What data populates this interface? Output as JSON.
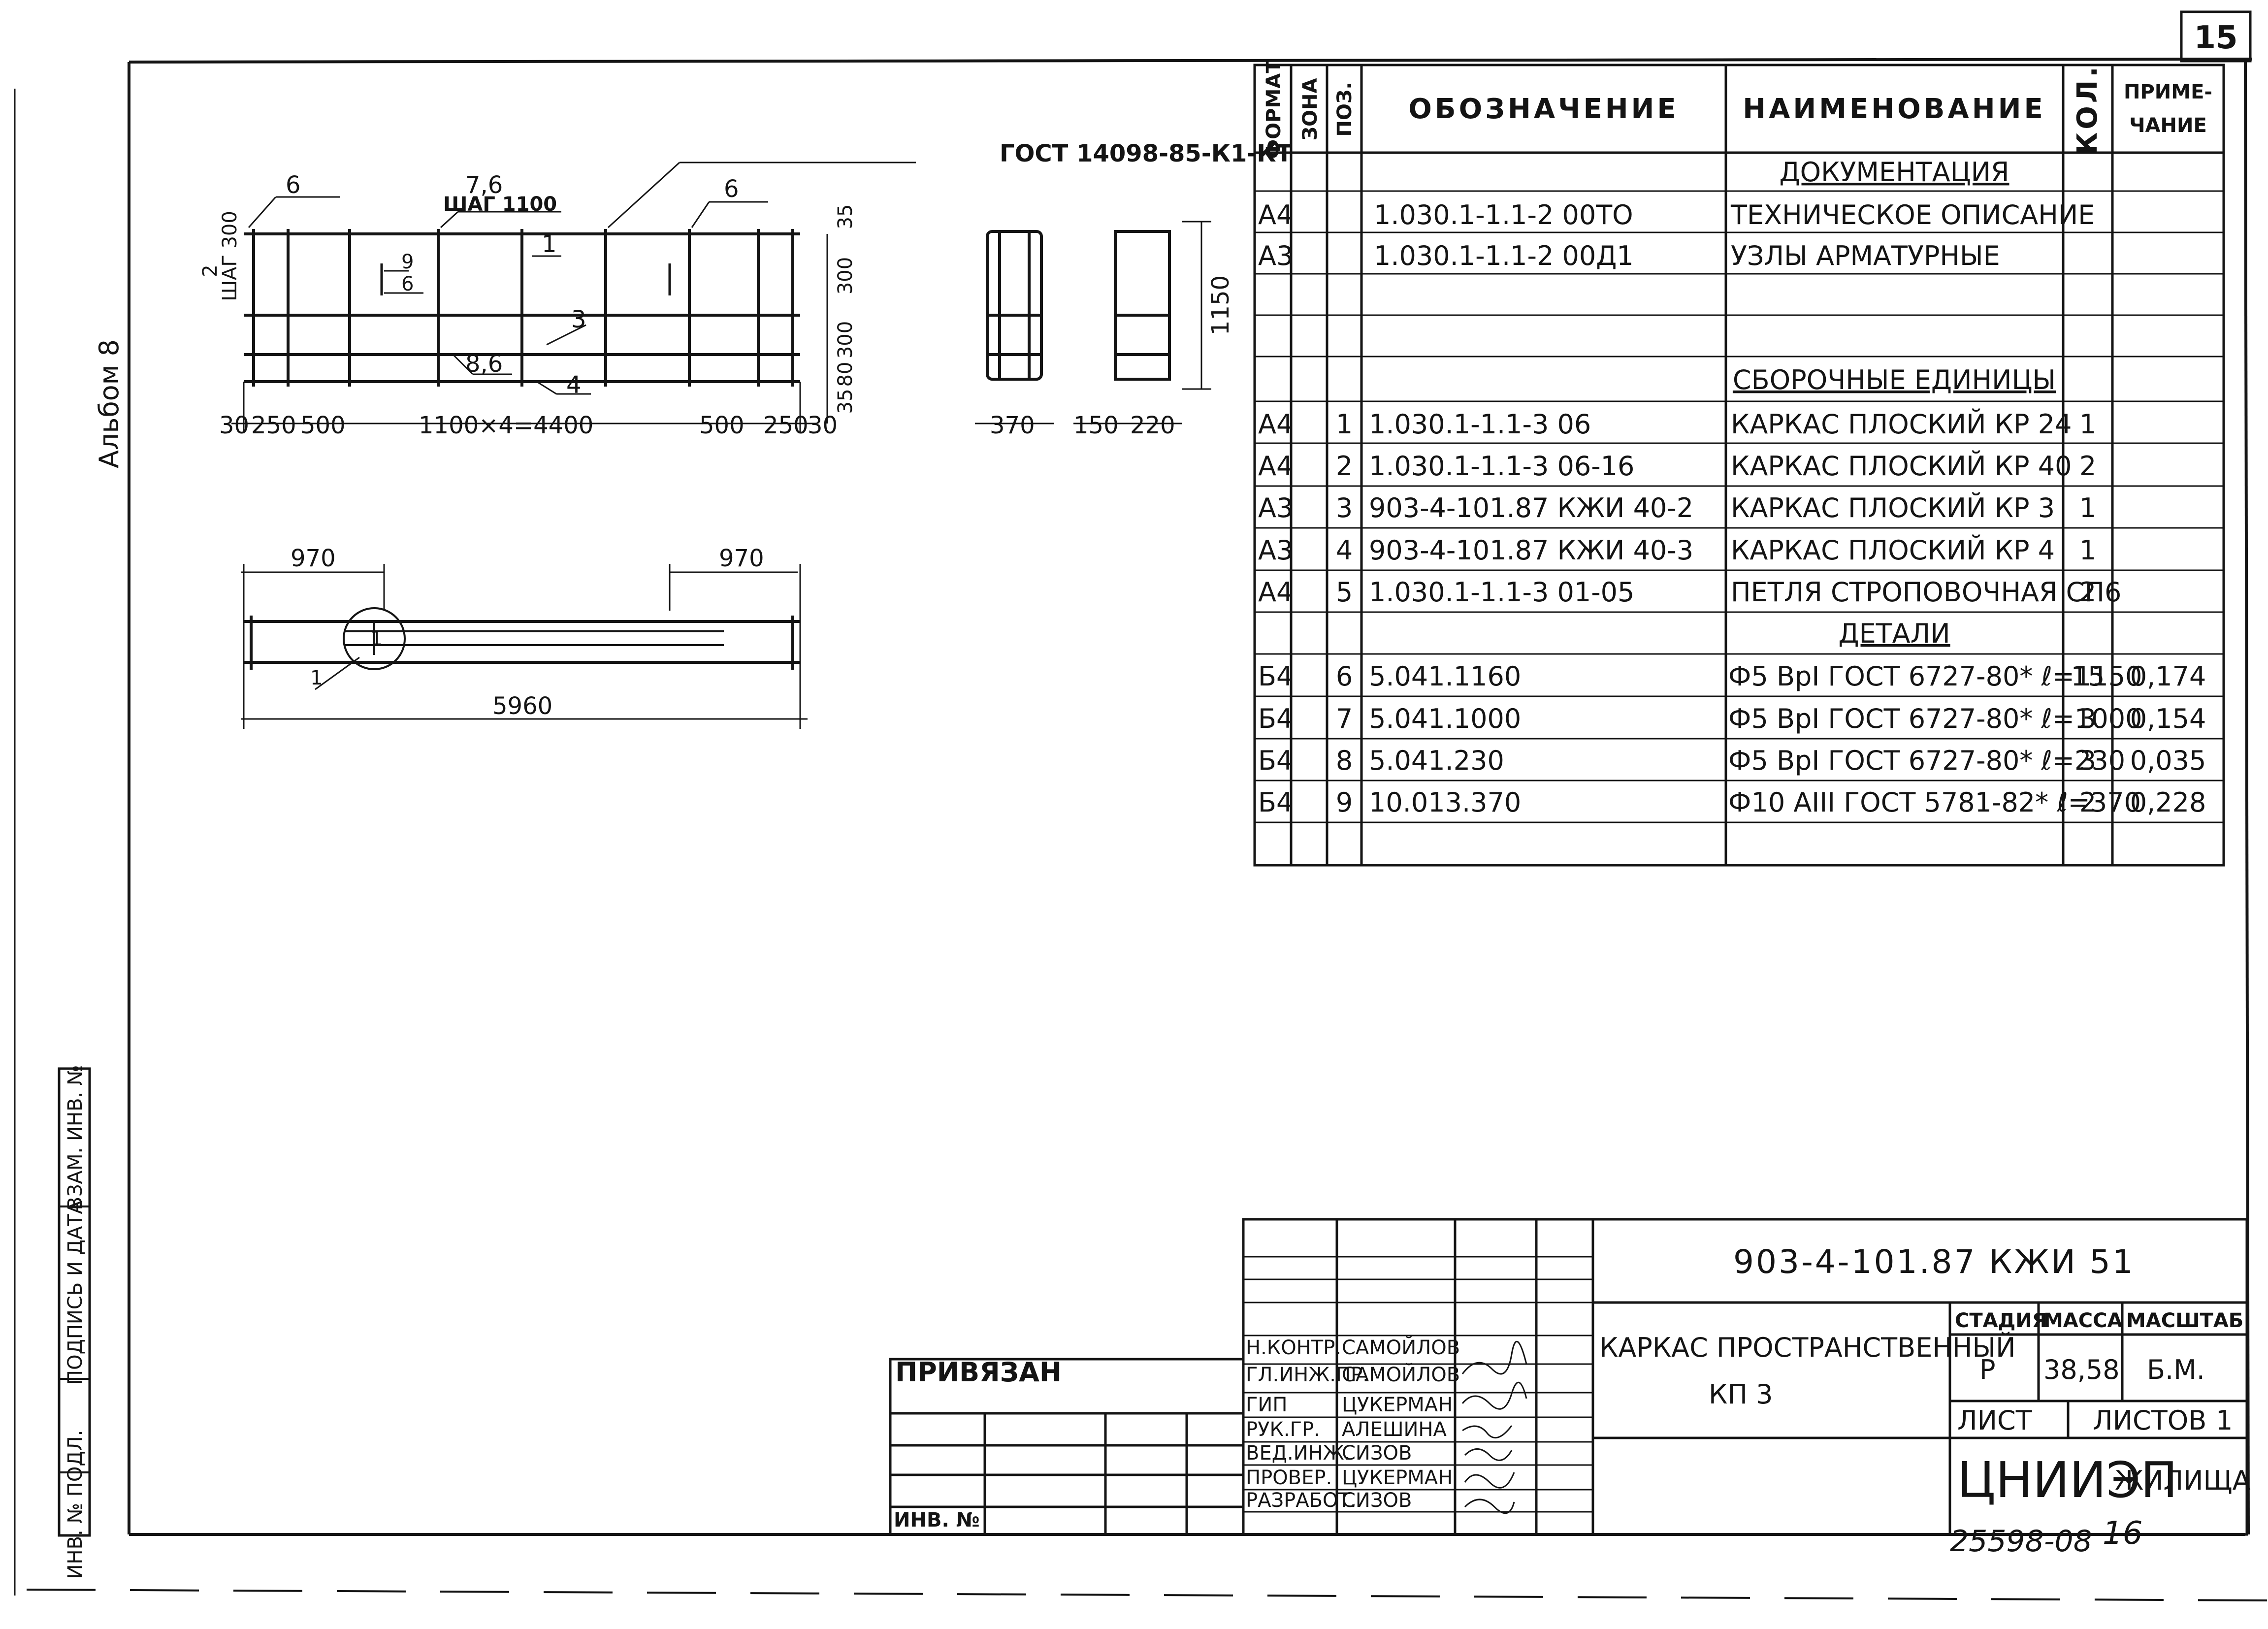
{
  "sheet": {
    "page_number": "15",
    "album_label": "Альбом 8",
    "bottom_number": "25598-08",
    "bottom_page": "16"
  },
  "drawing": {
    "gost_note": "ГОСТ 14098-85-К1-КТ",
    "labels": {
      "l6a": "6",
      "l76": "7,6",
      "step1100": "ШАГ 1100",
      "l6b": "6",
      "two": "2",
      "step300": "ШАГ 300",
      "one": "1",
      "nine": "9",
      "six_small": "6",
      "three": "3",
      "l86": "8,6",
      "four": "4",
      "circle_one": "1",
      "plan_one": "1"
    },
    "elevation_dims": [
      "30",
      "250",
      "500",
      "1100×4=4400",
      "500",
      "250",
      "30"
    ],
    "right_dims": [
      "35",
      "300",
      "300",
      "80",
      "35"
    ],
    "section_dims": {
      "w1": "370",
      "w2": "150",
      "w3": "220",
      "h": "1150"
    },
    "plan_dims": {
      "left": "970",
      "right": "970",
      "total": "5960"
    }
  },
  "spec": {
    "headers": {
      "format": "ФОРМАТ",
      "zone": "ЗОНА",
      "pos": "ПОЗ.",
      "designation": "ОБОЗНАЧЕНИЕ",
      "name": "НАИМЕНОВАНИЕ",
      "qty": "КОЛ.",
      "note1": "ПРИМЕ-",
      "note2": "ЧАНИЕ"
    },
    "rows": [
      {
        "format": "",
        "pos": "",
        "designation": "",
        "name": "ДОКУМЕНТАЦИЯ",
        "qty": "",
        "note": "",
        "section": true
      },
      {
        "format": "А4",
        "pos": "",
        "designation": "1.030.1-1.1-2 00ТО",
        "name": "ТЕХНИЧЕСКОЕ ОПИСАНИЕ",
        "qty": "",
        "note": ""
      },
      {
        "format": "А3",
        "pos": "",
        "designation": "1.030.1-1.1-2 00Д1",
        "name": "УЗЛЫ АРМАТУРНЫЕ",
        "qty": "",
        "note": ""
      },
      {
        "format": "",
        "pos": "",
        "designation": "",
        "name": "",
        "qty": "",
        "note": ""
      },
      {
        "format": "",
        "pos": "",
        "designation": "",
        "name": "",
        "qty": "",
        "note": ""
      },
      {
        "format": "",
        "pos": "",
        "designation": "",
        "name": "СБОРОЧНЫЕ ЕДИНИЦЫ",
        "qty": "",
        "note": "",
        "section": true
      },
      {
        "format": "А4",
        "pos": "1",
        "designation": "1.030.1-1.1-3   06",
        "name": "КАРКАС ПЛОСКИЙ КР 24",
        "qty": "1",
        "note": ""
      },
      {
        "format": "А4",
        "pos": "2",
        "designation": "1.030.1-1.1-3   06-16",
        "name": "КАРКАС ПЛОСКИЙ КР 40",
        "qty": "2",
        "note": ""
      },
      {
        "format": "А3",
        "pos": "3",
        "designation": "903-4-101.87   КЖИ 40-2",
        "name": "КАРКАС ПЛОСКИЙ КР 3",
        "qty": "1",
        "note": ""
      },
      {
        "format": "А3",
        "pos": "4",
        "designation": "903-4-101.87   КЖИ 40-3",
        "name": "КАРКАС ПЛОСКИЙ КР 4",
        "qty": "1",
        "note": ""
      },
      {
        "format": "А4",
        "pos": "5",
        "designation": "1.030.1-1.1-3   01-05",
        "name": "ПЕТЛЯ СТРОПОВОЧНАЯ СП6",
        "qty": "2",
        "note": ""
      },
      {
        "format": "",
        "pos": "",
        "designation": "",
        "name": "ДЕТАЛИ",
        "qty": "",
        "note": "",
        "section": true
      },
      {
        "format": "Б4",
        "pos": "6",
        "designation": "5.041.1160",
        "name": "Ф5 ВрI ГОСТ 6727-80* ℓ=1150",
        "qty": "15",
        "note": "0,174"
      },
      {
        "format": "Б4",
        "pos": "7",
        "designation": "5.041.1000",
        "name": "Ф5 ВрI ГОСТ 6727-80* ℓ=1000",
        "qty": "3",
        "note": "0,154"
      },
      {
        "format": "Б4",
        "pos": "8",
        "designation": "5.041.230",
        "name": "Ф5 ВрI ГОСТ 6727-80* ℓ=230",
        "qty": "3",
        "note": "0,035"
      },
      {
        "format": "Б4",
        "pos": "9",
        "designation": "10.013.370",
        "name": "Ф10 АIII ГОСТ 5781-82* ℓ=370",
        "qty": "2",
        "note": "0,228"
      },
      {
        "format": "",
        "pos": "",
        "designation": "",
        "name": "",
        "qty": "",
        "note": ""
      }
    ]
  },
  "title_block": {
    "doc_code": "903-4-101.87   КЖИ 51",
    "title_line1": "КАРКАС ПРОСТРАНСТВЕННЫЙ",
    "title_line2": "КП 3",
    "stage_label": "СТАДИЯ",
    "mass_label": "МАССА",
    "scale_label": "МАСШТАБ",
    "stage": "Р",
    "mass": "38,58",
    "scale": "Б.М.",
    "sheet_label": "ЛИСТ",
    "sheets_label": "ЛИСТОВ",
    "sheets_count": "1",
    "org": "ЦНИИЭП",
    "org_suffix": "ЖИЛИЩА",
    "bound_label": "ПРИВЯЗАН",
    "inv_label": "ИНВ. №",
    "signers": [
      {
        "role": "Н.КОНТР.",
        "name": "САМОЙЛОВ"
      },
      {
        "role": "ГЛ.ИНЖ.ПР.",
        "name": "САМОЙЛОВ"
      },
      {
        "role": "ГИП",
        "name": "ЦУКЕРМАН"
      },
      {
        "role": "РУК.ГР.",
        "name": "АЛЕШИНА"
      },
      {
        "role": "ВЕД.ИНЖ.",
        "name": "СИЗОВ"
      },
      {
        "role": "ПРОВЕР.",
        "name": "ЦУКЕРМАН"
      },
      {
        "role": "РАЗРАБОТ.",
        "name": "СИЗОВ"
      }
    ]
  },
  "side_stamp": {
    "inv_podl": "ИНВ. № ПОДЛ.",
    "sign_date": "ПОДПИСЬ И ДАТА",
    "vzam_inv": "ВЗАМ. ИНВ. №"
  }
}
